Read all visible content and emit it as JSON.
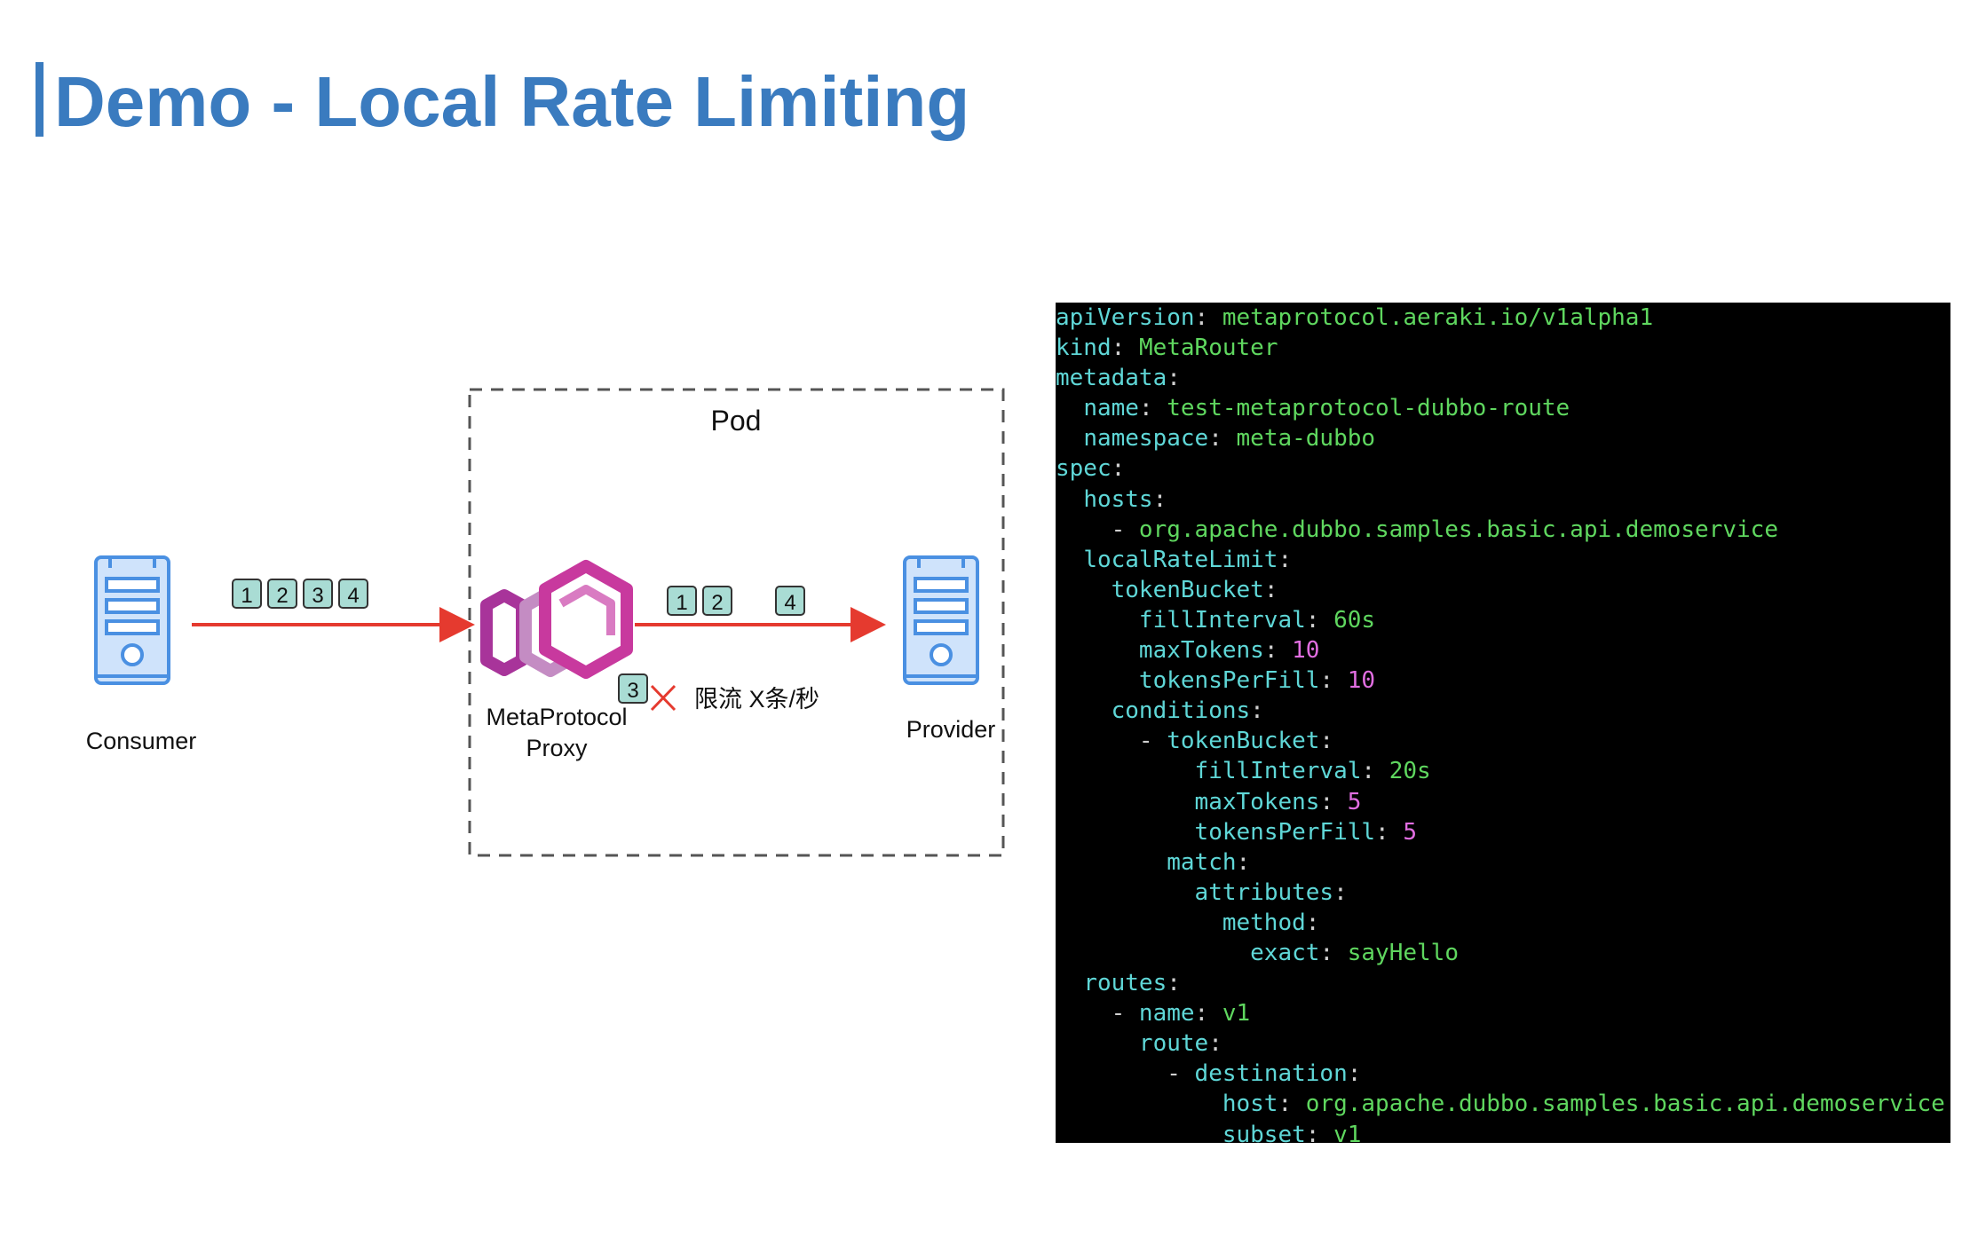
{
  "title": "Demo - Local Rate Limiting",
  "colors": {
    "title": "#3a7bbf",
    "arrow": "#e53a2f",
    "badge_fill": "#a9dcd4",
    "server": "#4a90e2",
    "proxy_pink": "#c8399e",
    "code_key": "#5fd7d7",
    "code_string": "#5fd75f",
    "code_number": "#e26ee2"
  },
  "diagram": {
    "pod_label": "Pod",
    "consumer_label": "Consumer",
    "proxy_label_line1": "MetaProtocol",
    "proxy_label_line2": "Proxy",
    "provider_label": "Provider",
    "incoming_requests": [
      "1",
      "2",
      "3",
      "4"
    ],
    "forwarded_requests": [
      "1",
      "2",
      "4"
    ],
    "dropped_request": "3",
    "limit_text": "限流 X条/秒",
    "icons": {
      "consumer": "server-icon",
      "provider": "server-icon",
      "proxy": "hexagon-logo-icon",
      "drop": "x-mark-icon"
    }
  },
  "code": [
    {
      "indent": 0,
      "key": "apiVersion",
      "value": "metaprotocol.aeraki.io/v1alpha1",
      "type": "str"
    },
    {
      "indent": 0,
      "key": "kind",
      "value": "MetaRouter",
      "type": "str"
    },
    {
      "indent": 0,
      "key": "metadata",
      "value": "",
      "type": "none"
    },
    {
      "indent": 2,
      "key": "name",
      "value": "test-metaprotocol-dubbo-route",
      "type": "str"
    },
    {
      "indent": 2,
      "key": "namespace",
      "value": "meta-dubbo",
      "type": "str"
    },
    {
      "indent": 0,
      "key": "spec",
      "value": "",
      "type": "none"
    },
    {
      "indent": 2,
      "key": "hosts",
      "value": "",
      "type": "none"
    },
    {
      "indent": 4,
      "dash": true,
      "key": "",
      "value": "org.apache.dubbo.samples.basic.api.demoservice",
      "type": "str"
    },
    {
      "indent": 2,
      "key": "localRateLimit",
      "value": "",
      "type": "none"
    },
    {
      "indent": 4,
      "key": "tokenBucket",
      "value": "",
      "type": "none"
    },
    {
      "indent": 6,
      "key": "fillInterval",
      "value": "60s",
      "type": "str"
    },
    {
      "indent": 6,
      "key": "maxTokens",
      "value": "10",
      "type": "num"
    },
    {
      "indent": 6,
      "key": "tokensPerFill",
      "value": "10",
      "type": "num"
    },
    {
      "indent": 4,
      "key": "conditions",
      "value": "",
      "type": "none"
    },
    {
      "indent": 6,
      "dash": true,
      "key": "tokenBucket",
      "value": "",
      "type": "none"
    },
    {
      "indent": 10,
      "key": "fillInterval",
      "value": "20s",
      "type": "str"
    },
    {
      "indent": 10,
      "key": "maxTokens",
      "value": "5",
      "type": "num"
    },
    {
      "indent": 10,
      "key": "tokensPerFill",
      "value": "5",
      "type": "num"
    },
    {
      "indent": 8,
      "key": "match",
      "value": "",
      "type": "none"
    },
    {
      "indent": 10,
      "key": "attributes",
      "value": "",
      "type": "none"
    },
    {
      "indent": 12,
      "key": "method",
      "value": "",
      "type": "none"
    },
    {
      "indent": 14,
      "key": "exact",
      "value": "sayHello",
      "type": "str"
    },
    {
      "indent": 2,
      "key": "routes",
      "value": "",
      "type": "none"
    },
    {
      "indent": 4,
      "dash": true,
      "key": "name",
      "value": "v1",
      "type": "str"
    },
    {
      "indent": 6,
      "key": "route",
      "value": "",
      "type": "none"
    },
    {
      "indent": 8,
      "dash": true,
      "key": "destination",
      "value": "",
      "type": "none"
    },
    {
      "indent": 12,
      "key": "host",
      "value": "org.apache.dubbo.samples.basic.api.demoservice",
      "type": "str"
    },
    {
      "indent": 12,
      "key": "subset",
      "value": "v1",
      "type": "str"
    }
  ]
}
